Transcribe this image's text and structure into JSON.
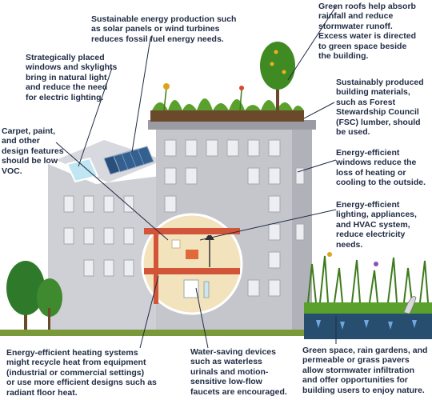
{
  "labels": {
    "green_roofs": "Green roofs help absorb\nrainfall and reduce\nstormwater runoff.\nExcess water is directed\nto green space beside\nthe building.",
    "energy_production": "Sustainable energy production such\nas solar panels or wind turbines\nreduces fossil fuel energy needs.",
    "windows_skylights": "Strategically placed\nwindows and skylights\nbring in natural light\nand reduce the need\nfor electric lighting.",
    "materials": "Sustainably produced\nbuilding materials,\nsuch as Forest\nStewardship Council\n(FSC) lumber, should\nbe used.",
    "low_voc": "Carpet, paint,\nand other\ndesign features\nshould be low\nVOC.",
    "efficient_windows": "Energy-efficient\nwindows reduce the\nloss of heating or\ncooling to the outside.",
    "efficient_lighting": "Energy-efficient\nlighting, appliances,\nand HVAC system,\nreduce electricity\nneeds.",
    "heating_systems": "Energy-efficient heating systems\nmight recycle heat from equipment\n(industrial or commercial settings)\nor use more efficient designs such as\nradiant floor heat.",
    "water_saving": "Water-saving devices\nsuch as waterless\nurinals and motion-\nsensitive low-flow\nfaucets are encouraged.",
    "green_space": "Green space, rain gardens, and\npermeable or grass pavers\nallow stormwater infiltration\nand offer opportunities for\nbuilding users to enjoy nature."
  },
  "colors": {
    "label_text": "#1f2a44",
    "building_light": "#c9cacf",
    "building_mid": "#b3b4bb",
    "window": "#eceef2",
    "leader_line": "#1f2a44",
    "grass": "#5aa02c",
    "soil": "#7a5a3a",
    "water": "#1f4f7a",
    "interior": "#f3e3bd"
  }
}
